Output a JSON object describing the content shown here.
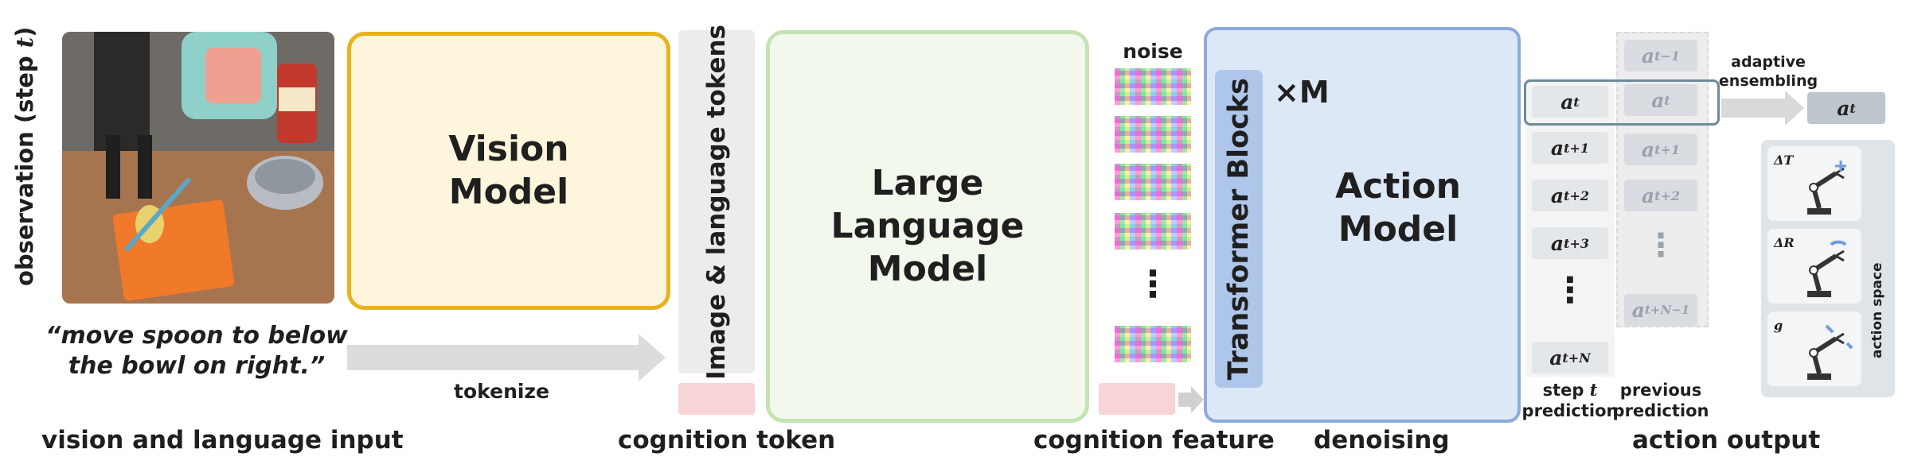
{
  "left": {
    "observation_prefix": "observation (step ",
    "observation_var": "t",
    "observation_suffix": ")",
    "instruction_line1": "“move spoon to below",
    "instruction_line2": "the bowl on right.”",
    "tokenize": "tokenize",
    "caption": "vision and language input"
  },
  "vision_model": {
    "line1": "Vision",
    "line2": "Model"
  },
  "tokens": {
    "label": "Image & language tokens",
    "caption": "cognition token"
  },
  "llm": {
    "line1": "Large",
    "line2": "Language",
    "line3": "Model"
  },
  "noise": {
    "label": "noise",
    "dots": "⋮",
    "caption": "cognition feature"
  },
  "action_model": {
    "transformer": "Transformer Blocks",
    "repeat": "×M",
    "line1": "Action",
    "line2": "Model",
    "caption": "denoising"
  },
  "output": {
    "step_cells": [
      "a_t",
      "a_{t+1}",
      "a_{t+2}",
      "a_{t+3}",
      "a_{t+N}"
    ],
    "step_cells_display": [
      "at",
      "at+1",
      "at+2",
      "at+3",
      "at+N"
    ],
    "prev_cells_display": [
      "at−1",
      "at",
      "at+1",
      "at+2",
      "at+N−1"
    ],
    "step_label_line1": "step ",
    "step_label_var": "t",
    "step_label_line2": "prediction",
    "prev_label_line1": "previous",
    "prev_label_line2": "prediction",
    "ensemble_line1": "adaptive",
    "ensemble_line2": "ensembling",
    "result": "at",
    "action_space": "action space",
    "robot_labels": [
      "ΔT",
      "ΔR",
      "g"
    ],
    "caption": "action output",
    "dots": "⋮"
  },
  "colors": {
    "vision_border": "#e8b21c",
    "vision_fill": "#fdf6dc",
    "llm_border": "#c6e3b3",
    "llm_fill": "#f2f9ec",
    "action_border": "#8eaadb",
    "action_fill": "#dce8f6",
    "transformer_fill": "#aec6ea",
    "token_fill": "#f6d4d7"
  }
}
